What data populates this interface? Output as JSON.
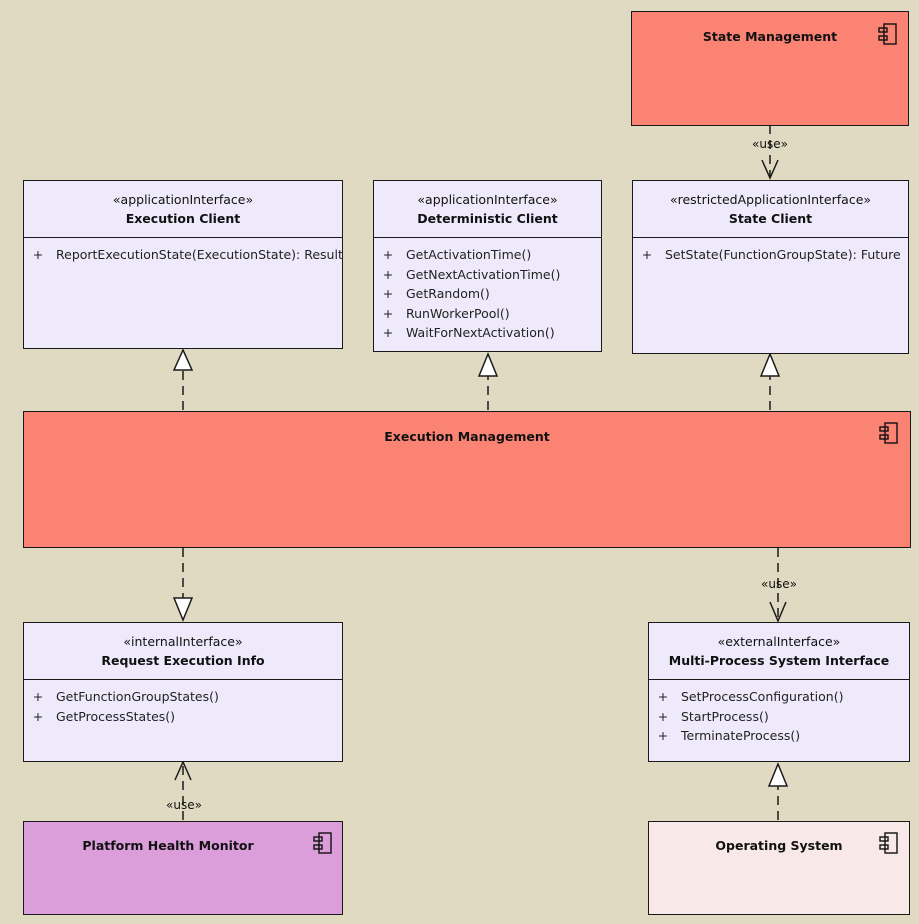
{
  "components": {
    "state_management": {
      "name": "State Management"
    },
    "execution_management": {
      "name": "Execution Management"
    },
    "platform_health_monitor": {
      "name": "Platform Health Monitor"
    },
    "operating_system": {
      "name": "Operating System"
    }
  },
  "interfaces": {
    "execution_client": {
      "stereotype": "«applicationInterface»",
      "name": "Execution Client",
      "operations": [
        {
          "visibility": "+",
          "signature": "ReportExecutionState(ExecutionState): Result"
        }
      ]
    },
    "deterministic_client": {
      "stereotype": "«applicationInterface»",
      "name": "Deterministic Client",
      "operations": [
        {
          "visibility": "+",
          "signature": "GetActivationTime()"
        },
        {
          "visibility": "+",
          "signature": "GetNextActivationTime()"
        },
        {
          "visibility": "+",
          "signature": "GetRandom()"
        },
        {
          "visibility": "+",
          "signature": "RunWorkerPool()"
        },
        {
          "visibility": "+",
          "signature": "WaitForNextActivation()"
        }
      ]
    },
    "state_client": {
      "stereotype": "«restrictedApplicationInterface»",
      "name": "State Client",
      "operations": [
        {
          "visibility": "+",
          "signature": "SetState(FunctionGroupState): Future"
        }
      ]
    },
    "request_execution_info": {
      "stereotype": "«internalInterface»",
      "name": "Request Execution Info",
      "operations": [
        {
          "visibility": "+",
          "signature": "GetFunctionGroupStates()"
        },
        {
          "visibility": "+",
          "signature": "GetProcessStates()"
        }
      ]
    },
    "multi_process_system_interface": {
      "stereotype": "«externalInterface»",
      "name": "Multi-Process System Interface",
      "operations": [
        {
          "visibility": "+",
          "signature": "SetProcessConfiguration()"
        },
        {
          "visibility": "+",
          "signature": "StartProcess()"
        },
        {
          "visibility": "+",
          "signature": "TerminateProcess()"
        }
      ]
    }
  },
  "dependencies": {
    "use_label": "«use»"
  },
  "colors": {
    "background": "#e1dac2",
    "interface_fill": "#eeeafb",
    "component_red": "#fa8373",
    "component_purple": "#dc9ddb",
    "component_pink": "#f8e8e8"
  }
}
